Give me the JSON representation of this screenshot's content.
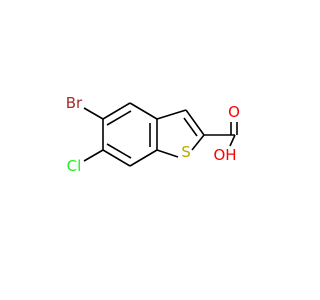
{
  "colors": {
    "background": "#ffffff",
    "bond": "#000000",
    "bromine": "#A52A2A",
    "chlorine": "#1FF01F",
    "sulfur": "#B8A800",
    "oxygen": "#FF0000"
  },
  "atoms": {
    "br": "Br",
    "cl": "Cl",
    "s": "S",
    "o_carbonyl": "O",
    "o_hydroxyl": "OH"
  }
}
